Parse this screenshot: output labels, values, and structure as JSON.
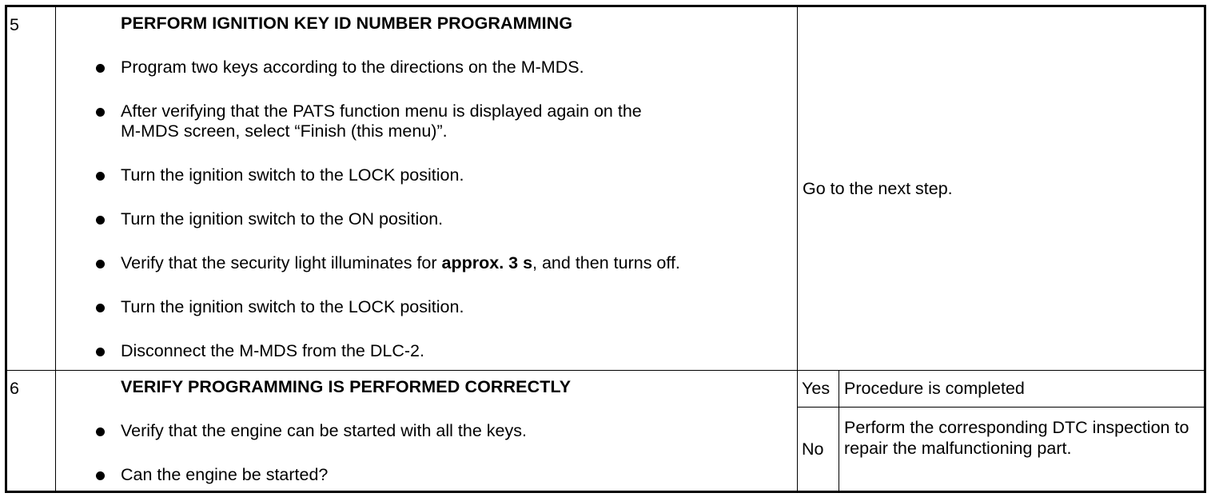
{
  "steps": [
    {
      "number": "5",
      "title": "PERFORM IGNITION KEY ID NUMBER PROGRAMMING",
      "bullets": [
        {
          "text": "Program two keys according to the directions on the M-MDS."
        },
        {
          "line1": "After verifying that the PATS function menu is displayed again on the",
          "line2": "M-MDS screen, select “Finish (this menu)”."
        },
        {
          "text": "Turn the ignition switch to the LOCK position."
        },
        {
          "text": "Turn the ignition switch to the ON position."
        },
        {
          "before": "Verify that the security light illuminates for ",
          "bold": "approx. 3 s",
          "after": ", and then turns off."
        },
        {
          "text": "Turn the ignition switch to the LOCK position."
        },
        {
          "text": "Disconnect the M-MDS from the DLC-2."
        }
      ],
      "result": "Go to the next step."
    },
    {
      "number": "6",
      "title": "VERIFY PROGRAMMING IS PERFORMED CORRECTLY",
      "bullets": [
        {
          "text": "Verify that the engine can be started with all the keys."
        },
        {
          "text": "Can the engine be started?"
        }
      ],
      "yes_label": "Yes",
      "yes_result": "Procedure is completed",
      "no_label": "No",
      "no_result": "Perform the corresponding DTC inspection to repair the malfunctioning part."
    }
  ]
}
